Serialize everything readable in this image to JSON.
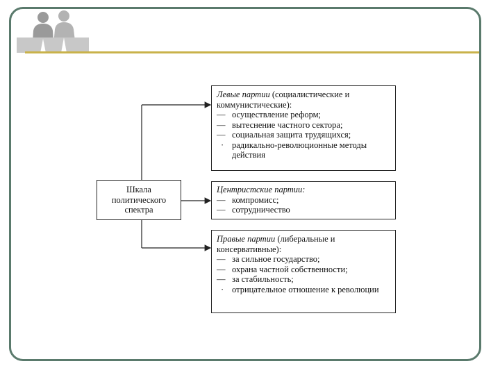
{
  "diagram": {
    "center": {
      "lines": [
        "Шкала",
        "политического",
        "спектра"
      ]
    },
    "left_parties": {
      "title_italic": "Левые партии",
      "title_rest": " (социалистические и коммунистические):",
      "items": [
        "осуществление реформ;",
        "вытеснение частного сектора;",
        "социальная защита трудящихся;",
        "радикально-революционные методы действия"
      ]
    },
    "centrist_parties": {
      "title_italic": "Центристские партии:",
      "items": [
        "компромисс;",
        "сотрудничество"
      ]
    },
    "right_parties": {
      "title_italic": "Правые партии",
      "title_rest": " (либеральные и консервативные):",
      "items": [
        "за сильное государство;",
        "охрана частной собственности;",
        "за стабильность;",
        "отрицательное отношение к революции"
      ]
    }
  }
}
